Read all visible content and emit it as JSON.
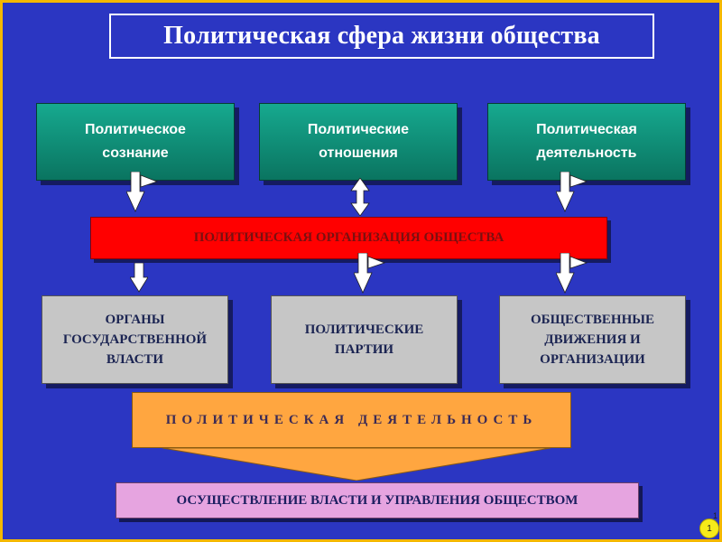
{
  "title": "Политическая сфера жизни общества",
  "top_boxes": [
    {
      "label": "Политическое\nсознание"
    },
    {
      "label": "Политические\nотношения"
    },
    {
      "label": "Политическая\nдеятельность"
    }
  ],
  "organization_bar": "ПОЛИТИЧЕСКАЯ ОРГАНИЗАЦИЯ ОБЩЕСТВА",
  "lower_boxes": [
    {
      "label": "ОРГАНЫ\nГОСУДАРСТВЕННОЙ\nВЛАСТИ"
    },
    {
      "label": "ПОЛИТИЧЕСКИЕ\nПАРТИИ"
    },
    {
      "label": "ОБЩЕСТВЕННЫЕ\nДВИЖЕНИЯ И\nОРГАНИЗАЦИИ"
    }
  ],
  "activity_bar": "ПОЛИТИЧЕСКАЯ ДЕЯТЕЛЬНОСТЬ",
  "result_bar": "ОСУЩЕСТВЛЕНИЕ ВЛАСТИ И УПРАВЛЕНИЯ ОБЩЕСТВОМ",
  "page_number": "1",
  "page_number_small": "1",
  "colors": {
    "background": "#2b36c2",
    "frame": "#f4b800",
    "teal": "#0f8f78",
    "red": "#ff0000",
    "grey": "#c6c6c6",
    "orange": "#ffa640",
    "pink": "#e6a4e0"
  }
}
